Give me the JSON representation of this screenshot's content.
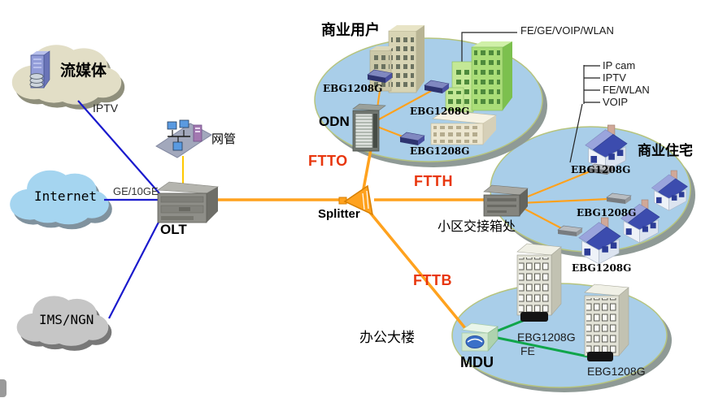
{
  "clouds": {
    "streaming": "流媒体",
    "internet": "Internet",
    "ims_ngn": "IMS/NGN"
  },
  "core": {
    "nms": "网管",
    "olt": "OLT",
    "splitter": "Splitter",
    "odn": "ODN",
    "street_cabinet": "小区交接箱处",
    "mdu": "MDU"
  },
  "access_modes": {
    "ftto": "FTTO",
    "ftth": "FTTH",
    "fttb": "FTTB"
  },
  "zones": {
    "business_users": "商业用户",
    "business_homes": "商业住宅",
    "office_building": "办公大楼"
  },
  "link_labels": {
    "iptv": "IPTV",
    "ge_10ge": "GE/10GE",
    "fe": "FE"
  },
  "device_model": "EBG1208G",
  "callouts": {
    "fe_ge_voip_wlan": "FE/GE/VOIP/WLAN",
    "ip_cam": "IP cam",
    "iptv": "IPTV",
    "fe_wlan": "FE/WLAN",
    "voip": "VOIP"
  },
  "colors": {
    "fiber_orange": "#FFA21E",
    "uplink_blue": "#1A1ACD",
    "fe_green": "#10A54A",
    "nms_yellow": "#FFC800",
    "mode_red": "#E8360D",
    "zone_fill": "#A9CEE9"
  }
}
